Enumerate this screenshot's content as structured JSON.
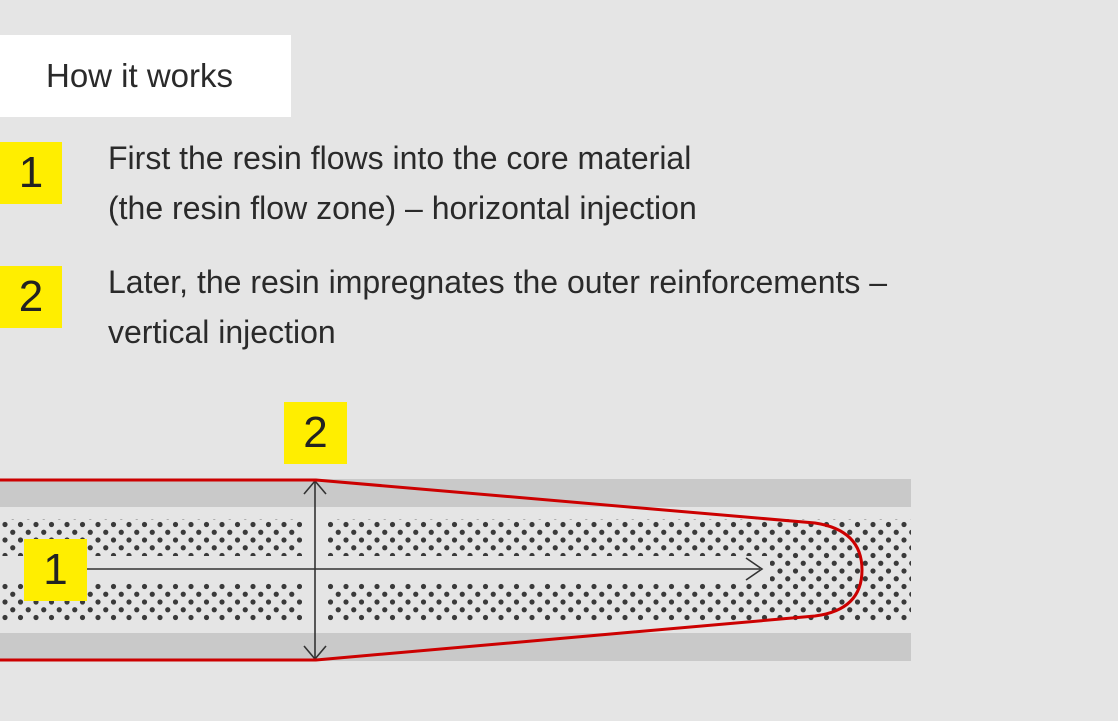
{
  "header": {
    "title": "How it works"
  },
  "steps": [
    {
      "number": "1",
      "lines": [
        "First the resin flows into the core material",
        "(the resin flow zone) – horizontal injection"
      ]
    },
    {
      "number": "2",
      "lines": [
        "Later, the resin impregnates the outer reinforcements –",
        "vertical injection"
      ]
    }
  ],
  "diagram": {
    "horizontal_label": "1",
    "vertical_label": "2",
    "colors": {
      "accent_yellow": "#ffee00",
      "flow_front_red": "#cc0000",
      "reinforcement_gray": "#c9c9c9",
      "core_dots": "#3a3a3a"
    }
  }
}
